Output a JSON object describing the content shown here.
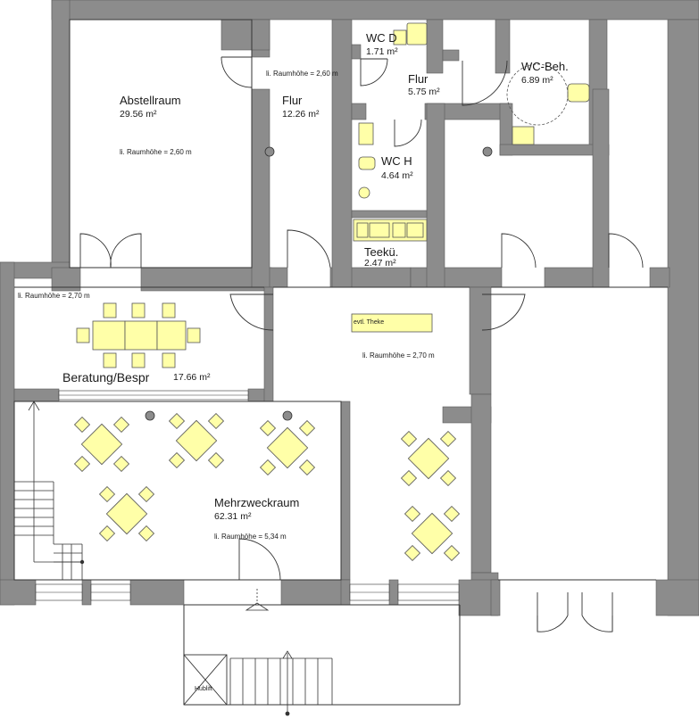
{
  "plan": {
    "colors": {
      "wall": "#8c8c8c",
      "wall_stroke": "#5a5a5a",
      "furniture": "#ffffa8",
      "furniture_stroke": "#555555",
      "line": "#333333"
    },
    "rooms": {
      "abstellraum": {
        "name": "Abstellraum",
        "area": "29.56 m²",
        "height": "li. Raumhöhe = 2,60 m"
      },
      "flur_1": {
        "name": "Flur",
        "area": "12.26 m²",
        "height": "li. Raumhöhe = 2,60 m"
      },
      "wc_d": {
        "name": "WC D",
        "area": "1.71 m²"
      },
      "flur_2": {
        "name": "Flur",
        "area": "5.75 m²"
      },
      "wc_beh": {
        "name": "WC-Beh.",
        "area": "6.89 m²"
      },
      "wc_h": {
        "name": "WC H",
        "area": "4.64 m²"
      },
      "teekueche": {
        "name": "Teekü.",
        "area": "2.47 m²"
      },
      "beratung": {
        "name": "Beratung/Bespr",
        "area": "17.66 m²",
        "height": "li. Raumhöhe = 2,70 m"
      },
      "flur_main": {
        "height": "li. Raumhöhe = 2,70 m"
      },
      "mehrzweckraum": {
        "name": "Mehrzweckraum",
        "area": "62.31 m²",
        "height": "li. Raumhöhe = 5,34 m"
      }
    },
    "theke_label": "evtl. Theke",
    "hublift_label": "Hublift"
  }
}
